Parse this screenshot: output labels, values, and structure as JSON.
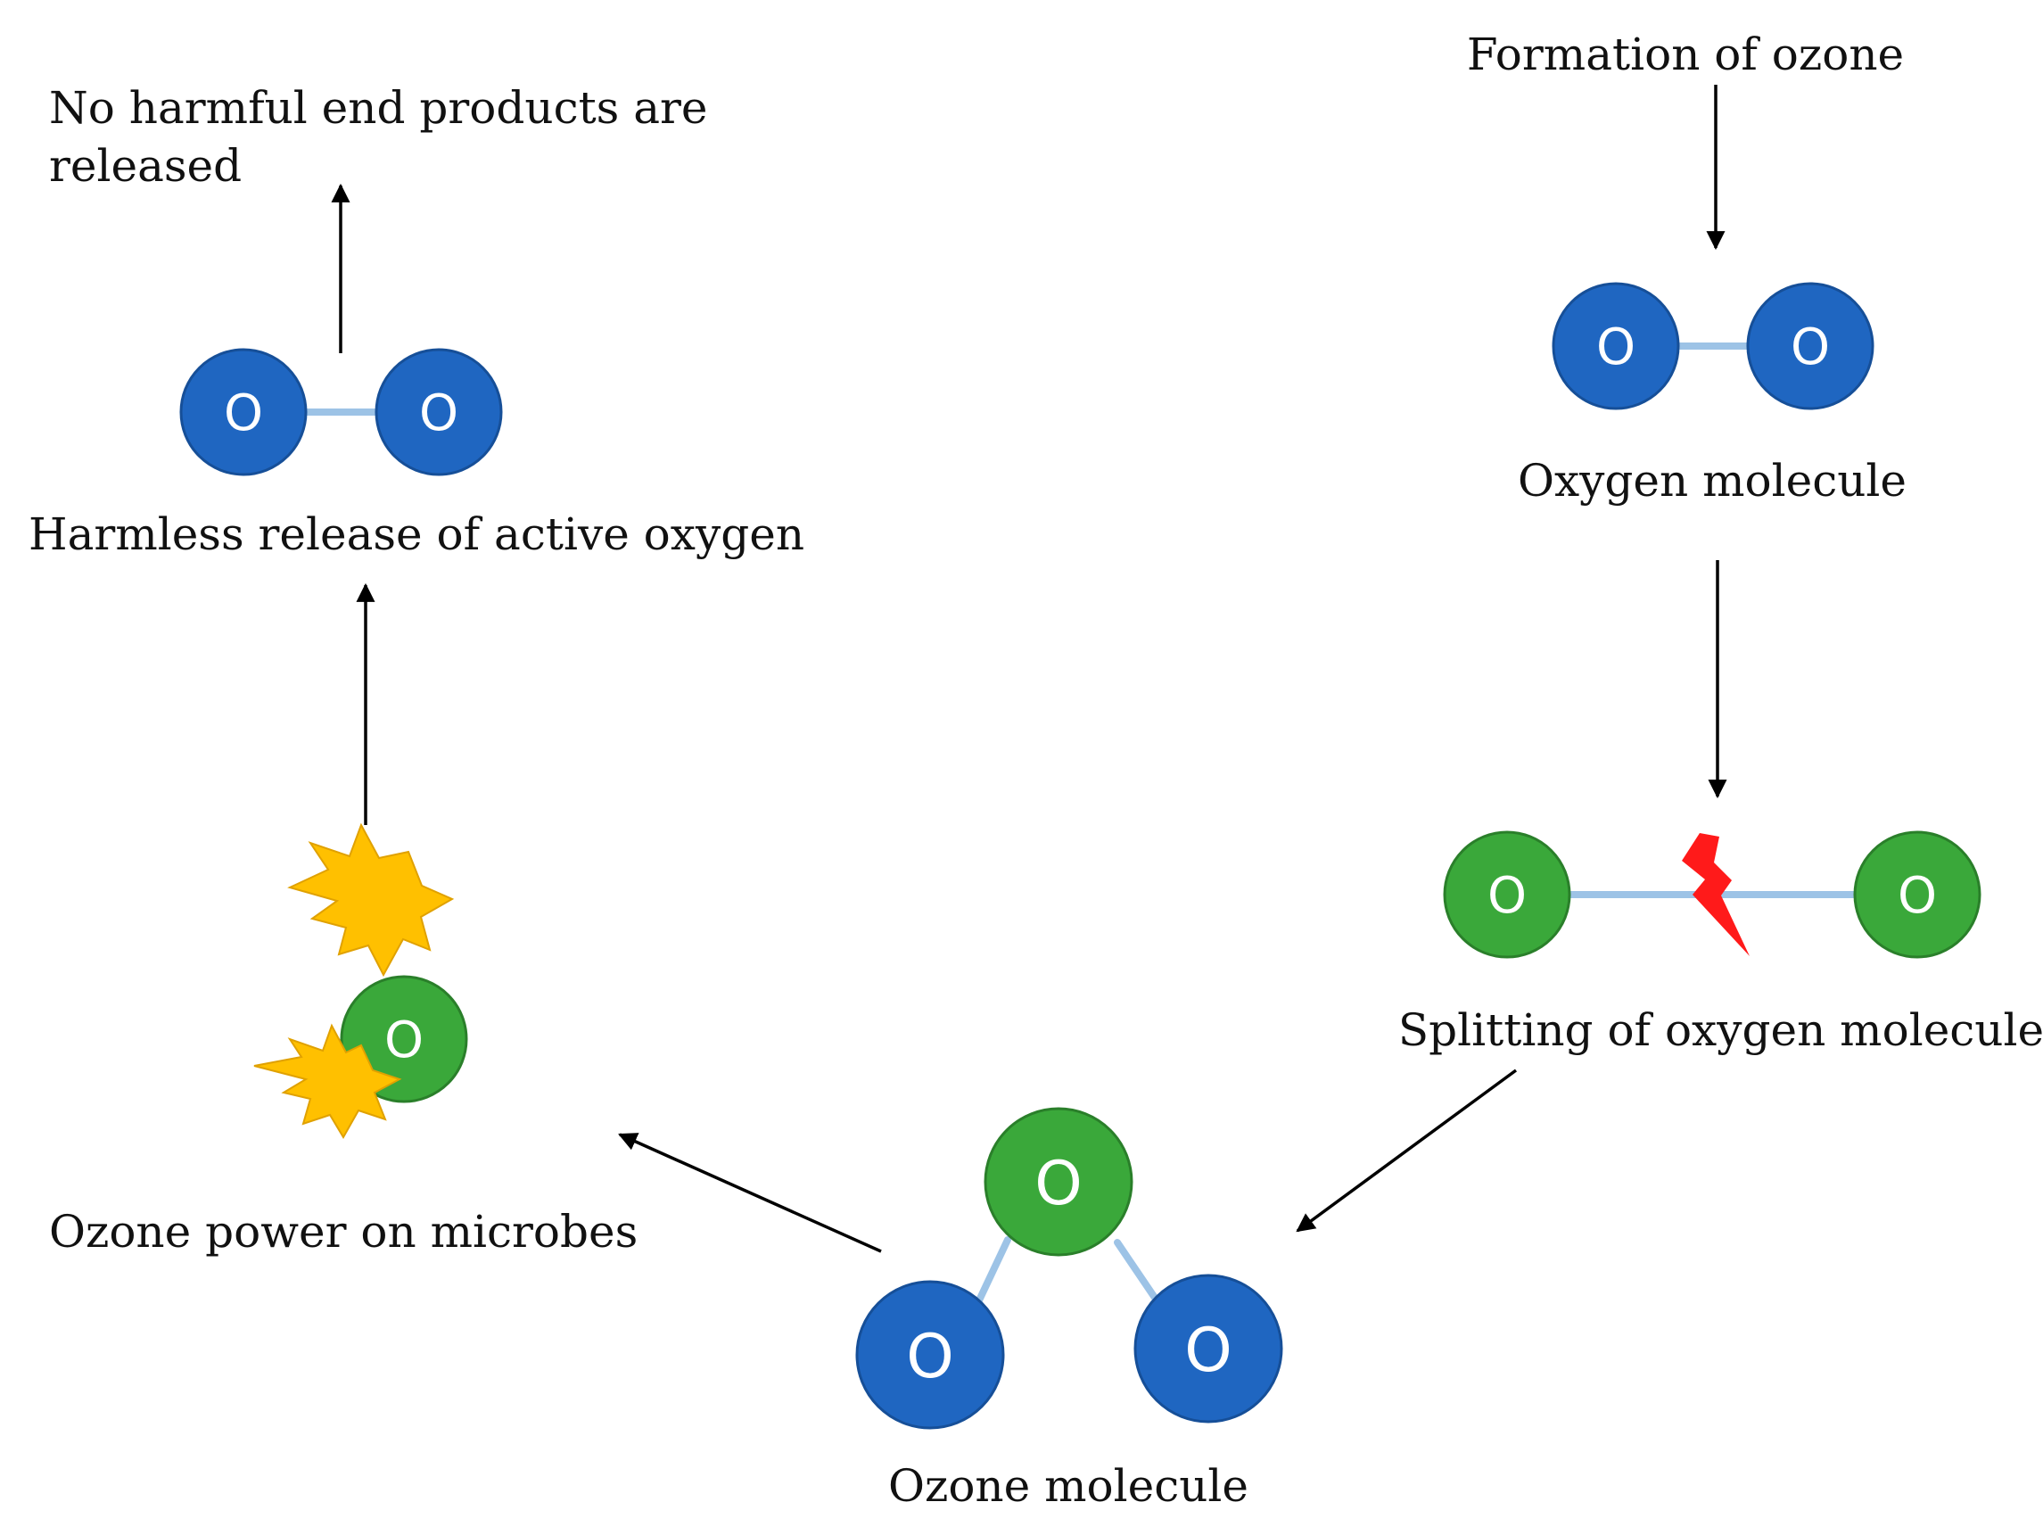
{
  "labels": {
    "formation": "Formation of ozone",
    "oxygen_molecule": "Oxygen molecule",
    "splitting": "Splitting of oxygen molecule",
    "ozone_molecule": "Ozone molecule",
    "ozone_power": "Ozone power on microbes",
    "harmless_release": "Harmless release of active oxygen",
    "no_harmful_line1": "No harmful end products are",
    "no_harmful_line2": "released"
  },
  "atom_symbol": "O",
  "colors": {
    "oxygen_blue": "#1f66c1",
    "oxygen_blue_stroke": "#164f98",
    "oxygen_green": "#3aa83a",
    "oxygen_green_stroke": "#2a7f2a",
    "bond": "#9dc3e6",
    "lightning": "#ff1a1a",
    "burst": "#ffc000",
    "burst_stroke": "#e0a100"
  },
  "icons": [
    "lightning-bolt-icon",
    "starburst-icon"
  ]
}
